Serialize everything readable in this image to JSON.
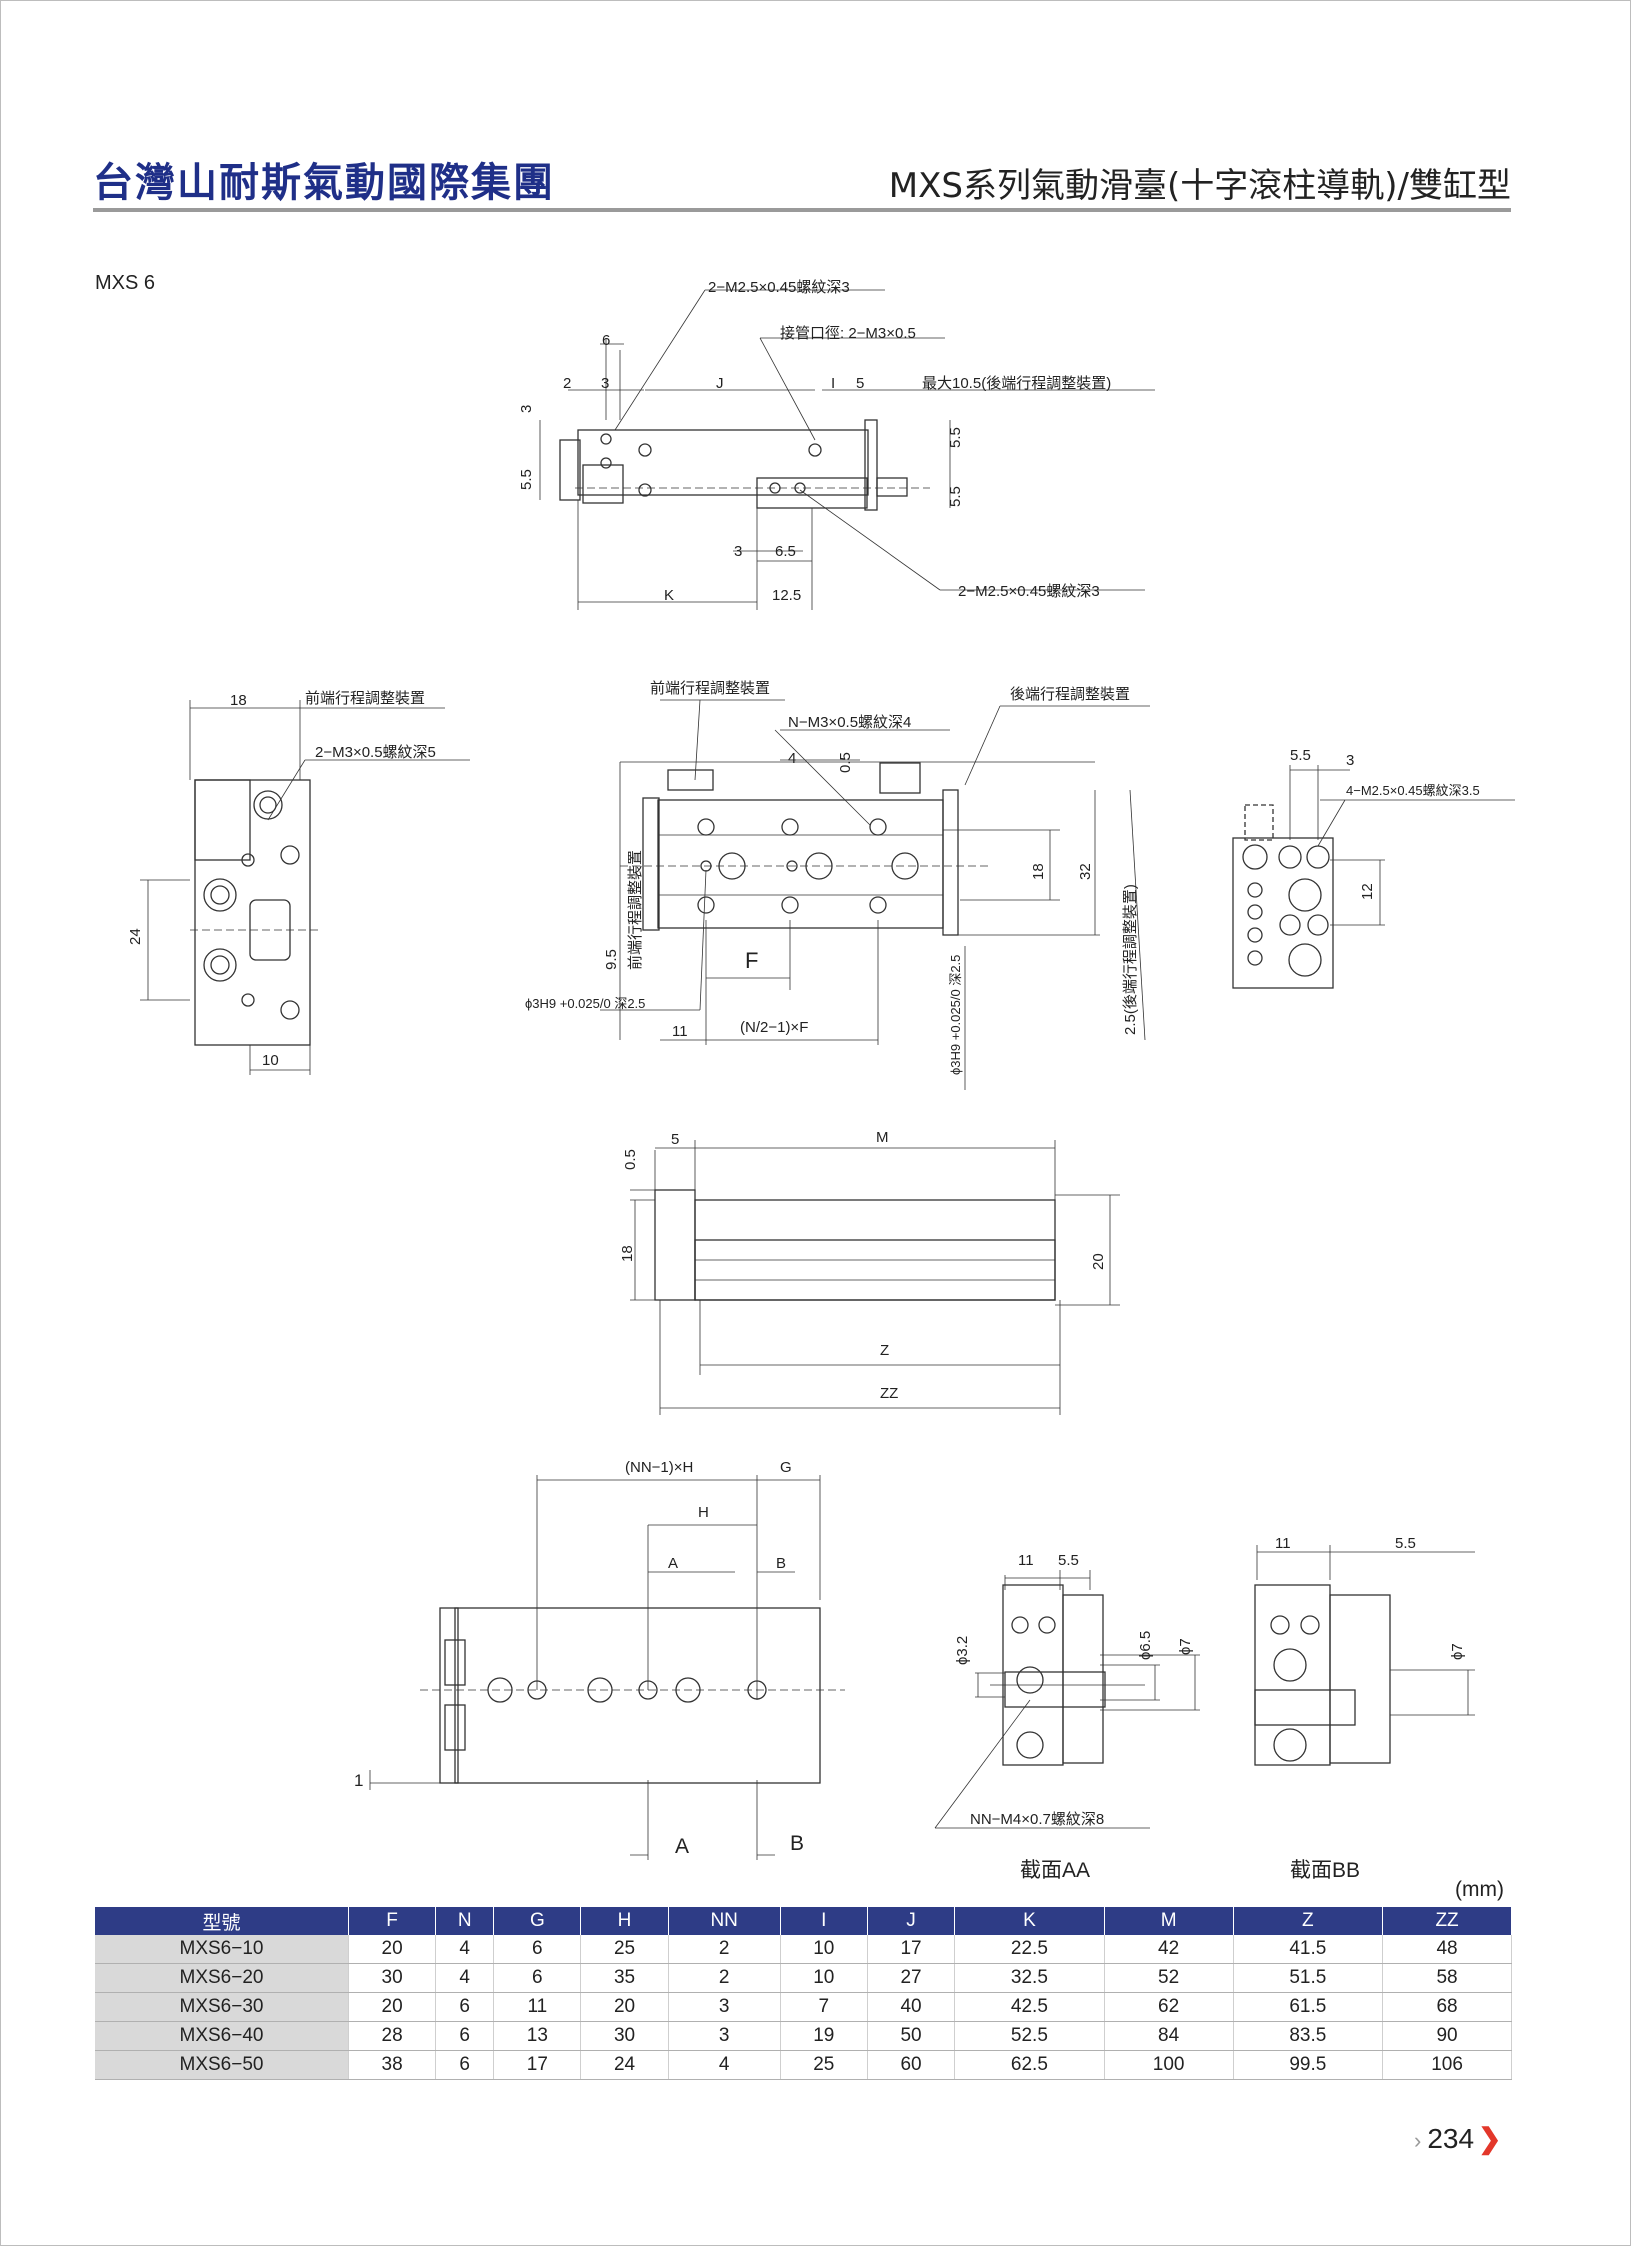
{
  "header": {
    "company": "台灣山耐斯氣動國際集團",
    "product": "MXS系列氣動滑臺(十字滾柱導軌)/雙缸型"
  },
  "model_label": "MXS 6",
  "drawing_labels": {
    "top_m25_top": "2−M2.5×0.45螺紋深3",
    "top_port": "接管口徑: 2−M3×0.5",
    "top_max": "最大10.5(後端行程調整裝置)",
    "top_m25_bottom": "2−M2.5×0.45螺紋深3",
    "dim_6": "6",
    "dim_2": "2",
    "dim_3": "3",
    "dim_J": "J",
    "dim_I": "I",
    "dim_5": "5",
    "dim_3v": "3",
    "dim_55a": "5.5",
    "dim_55b": "5.5",
    "dim_55c": "5.5",
    "dim_3b": "3",
    "dim_65": "6.5",
    "dim_K": "K",
    "dim_125": "12.5",
    "left_18": "18",
    "left_front_adj": "前端行程調整裝置",
    "left_m3": "2−M3×0.5螺紋深5",
    "left_24": "24",
    "left_10": "10",
    "mid_front_adj": "前端行程調整裝置",
    "mid_nm3": "N−M3×0.5螺紋深4",
    "mid_rear_adj": "後端行程調整裝置",
    "mid_4": "4",
    "mid_05": "0.5",
    "mid_18": "18",
    "mid_32": "32",
    "mid_front_adj_v": "前端行程調整裝置",
    "mid_95": "9.5",
    "mid_phi_left": "ϕ3H9 +0.025/0 深2.5",
    "mid_F": "F",
    "mid_nf": "(N/2−1)×F",
    "mid_11": "11",
    "mid_phi_v": "ϕ3H9 +0.025/0 深2.5",
    "mid_rear_v": "2.5(後端行程調整裝置)",
    "right_55": "5.5",
    "right_3": "3",
    "right_m25": "4−M2.5×0.45螺紋深3.5",
    "right_12": "12",
    "side_05": "0.5",
    "side_5": "5",
    "side_M": "M",
    "side_18": "18",
    "side_20": "20",
    "side_Z": "Z",
    "side_ZZ": "ZZ",
    "bot_nnh": "(NN−1)×H",
    "bot_G": "G",
    "bot_H": "H",
    "bot_A": "A",
    "bot_B": "B",
    "bot_1": "1",
    "bot_A2": "A",
    "bot_B2": "B",
    "aa_11": "11",
    "aa_55": "5.5",
    "aa_32": "ϕ3.2",
    "aa_65": "ϕ6.5",
    "aa_7": "ϕ7",
    "aa_nn": "NN−M4×0.7螺紋深8",
    "aa_title": "截面AA",
    "bb_11": "11",
    "bb_55": "5.5",
    "bb_7": "ϕ7",
    "bb_title": "截面BB"
  },
  "table": {
    "unit": "(mm)",
    "columns": [
      "型號",
      "F",
      "N",
      "G",
      "H",
      "NN",
      "I",
      "J",
      "K",
      "M",
      "Z",
      "ZZ"
    ],
    "rows": [
      [
        "MXS6−10",
        "20",
        "4",
        "6",
        "25",
        "2",
        "10",
        "17",
        "22.5",
        "42",
        "41.5",
        "48"
      ],
      [
        "MXS6−20",
        "30",
        "4",
        "6",
        "35",
        "2",
        "10",
        "27",
        "32.5",
        "52",
        "51.5",
        "58"
      ],
      [
        "MXS6−30",
        "20",
        "6",
        "11",
        "20",
        "3",
        "7",
        "40",
        "42.5",
        "62",
        "61.5",
        "68"
      ],
      [
        "MXS6−40",
        "28",
        "6",
        "13",
        "30",
        "3",
        "19",
        "50",
        "52.5",
        "84",
        "83.5",
        "90"
      ],
      [
        "MXS6−50",
        "38",
        "6",
        "17",
        "24",
        "4",
        "25",
        "60",
        "62.5",
        "100",
        "99.5",
        "106"
      ]
    ]
  },
  "page_number": "234"
}
